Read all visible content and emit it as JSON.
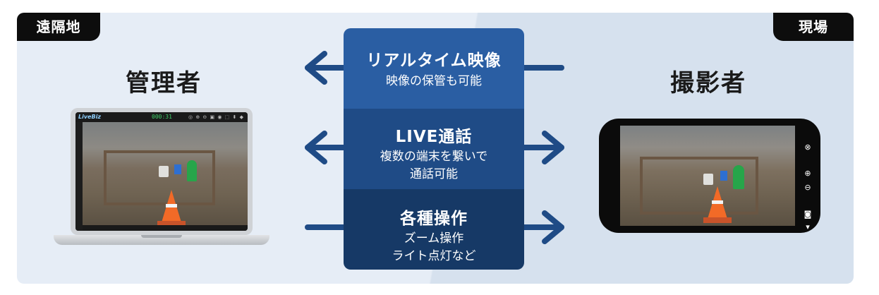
{
  "tags": {
    "left": "遠隔地",
    "right": "現場"
  },
  "roles": {
    "left": "管理者",
    "right": "撮影者"
  },
  "features": [
    {
      "title": "リアルタイム映像",
      "sub": [
        "映像の保管も可能"
      ]
    },
    {
      "title": "LIVE通話",
      "sub": [
        "複数の端末を繋いで",
        "通話可能"
      ]
    },
    {
      "title": "各種操作",
      "sub": [
        "ズーム操作",
        "ライト点灯など"
      ]
    }
  ],
  "laptop_app": {
    "logo": "LiveBiz",
    "timer": "000:31"
  },
  "colors": {
    "accent_top": "#2a5ea3",
    "accent_mid": "#1f4b86",
    "accent_bottom": "#163966",
    "arrow": "#1f4b86",
    "tag_bg": "#0d0d0d"
  },
  "icons": {
    "phone_controls": [
      "close-icon",
      "zoom-in-icon",
      "zoom-out-icon",
      "camera-icon",
      "flashlight-icon"
    ],
    "arrows": [
      "arrow-left-video",
      "arrow-left-call",
      "arrow-right-call",
      "arrow-right-ops"
    ]
  }
}
